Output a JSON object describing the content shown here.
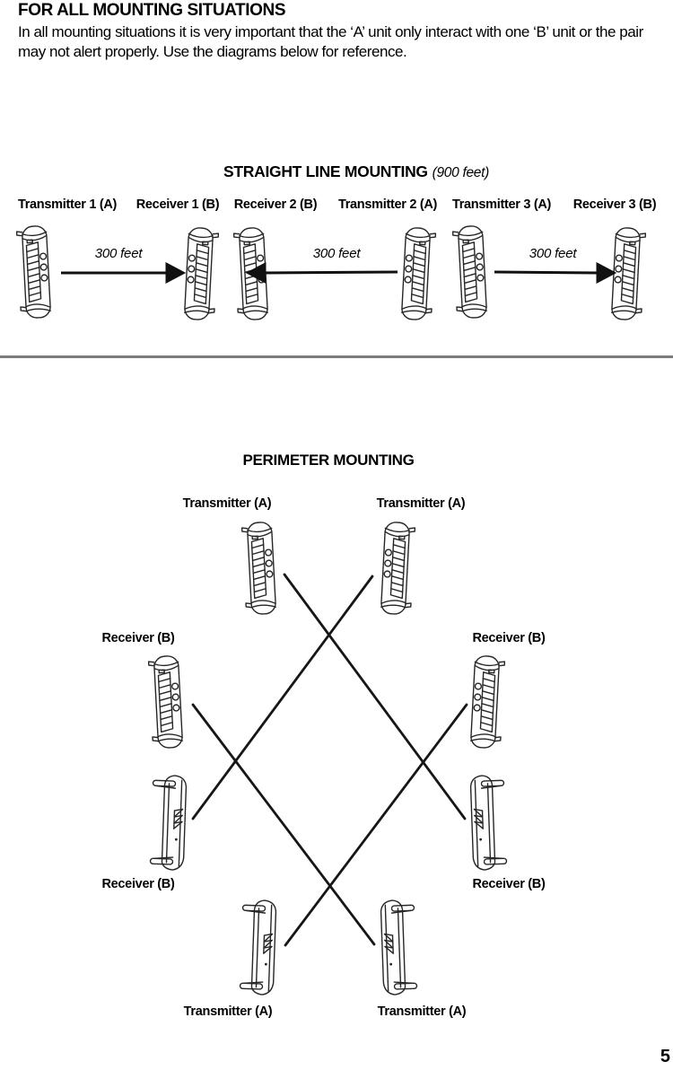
{
  "page": {
    "number": "5",
    "background_color": "#ffffff",
    "text_color": "#000000",
    "divider_color": "#7b7b7b"
  },
  "intro": {
    "heading": "FOR ALL MOUNTING SITUATIONS",
    "body": "In all mounting situations it is very important that the ‘A’ unit only interact with one ‘B’ unit or the pair may not alert properly. Use the diagrams below for reference."
  },
  "straight_line": {
    "title": "STRAIGHT LINE MOUNTING",
    "title_note": "(900 feet)",
    "units": [
      {
        "label": "Transmitter 1 (A)"
      },
      {
        "label": "Receiver 1 (B)"
      },
      {
        "label": "Receiver 2 (B)"
      },
      {
        "label": "Transmitter 2 (A)"
      },
      {
        "label": "Transmitter 3 (A)"
      },
      {
        "label": "Receiver 3 (B)"
      }
    ],
    "arrows": [
      {
        "label": "300 feet",
        "direction": "right"
      },
      {
        "label": "300 feet",
        "direction": "left"
      },
      {
        "label": "300 feet",
        "direction": "right"
      }
    ]
  },
  "perimeter": {
    "title": "PERIMETER MOUNTING",
    "units": [
      {
        "label": "Transmitter (A)"
      },
      {
        "label": "Transmitter (A)"
      },
      {
        "label": "Receiver (B)"
      },
      {
        "label": "Receiver (B)"
      },
      {
        "label": "Receiver (B)"
      },
      {
        "label": "Receiver (B)"
      },
      {
        "label": "Transmitter (A)"
      },
      {
        "label": "Transmitter (A)"
      }
    ]
  }
}
